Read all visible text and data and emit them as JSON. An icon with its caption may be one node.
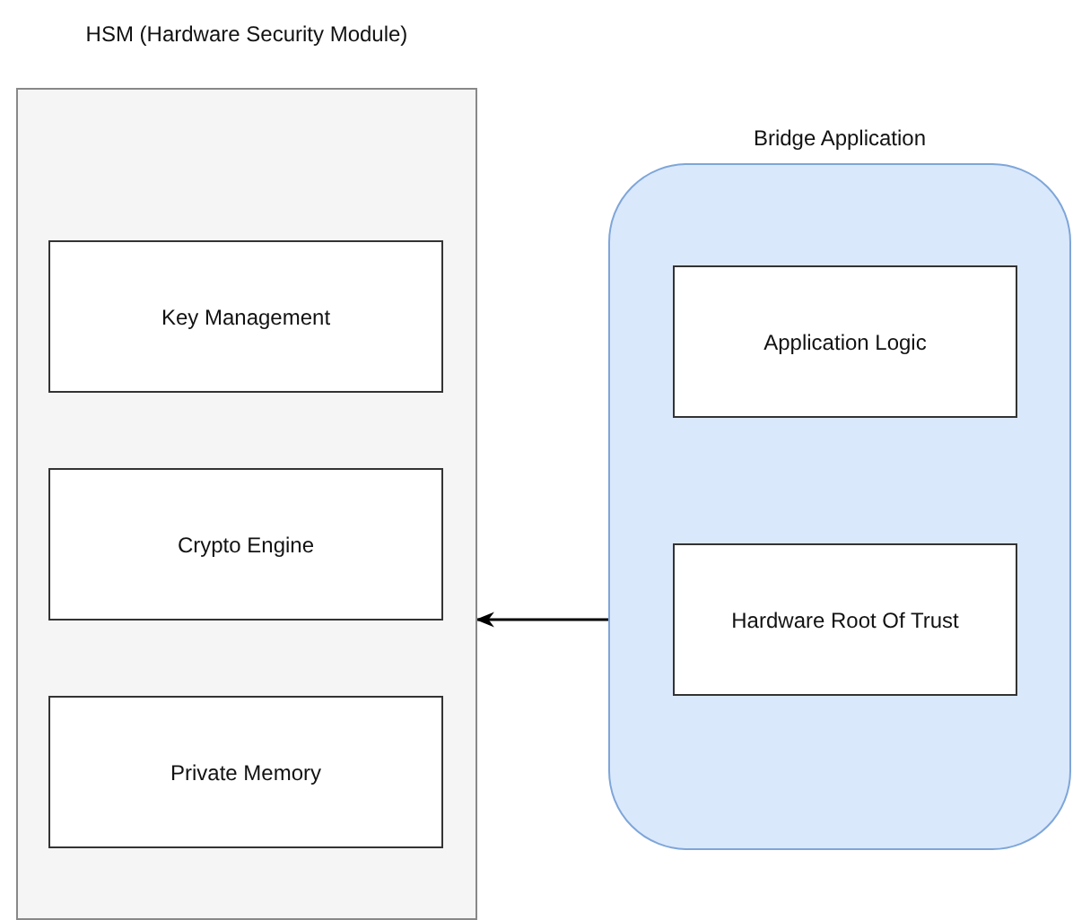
{
  "diagram": {
    "nodes": [
      {
        "text": [
          "HSM (Hardware Security Module)"
        ]
      },
      {
        "text": [
          "Key Management"
        ],
        "in": 0
      },
      {
        "text": [
          "Crypto Engine"
        ],
        "in": 0
      },
      {
        "text": [
          "Private Memory"
        ],
        "in": 0
      },
      {
        "text": [
          "Bridge Application"
        ]
      },
      {
        "text": [
          "Application Logic"
        ],
        "in": 4
      },
      {
        "text": [
          "Hardware Root Of Trust"
        ],
        "in": 4
      }
    ],
    "edges": [
      {
        "from": 6,
        "to": 0,
        "arrow": "to"
      }
    ]
  }
}
